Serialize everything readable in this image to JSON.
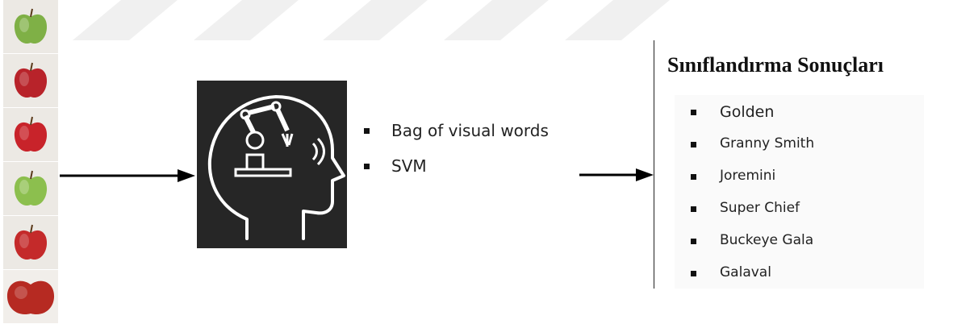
{
  "inputs": {
    "apples": [
      {
        "variety": "green",
        "color": "#7fb046"
      },
      {
        "variety": "red",
        "color": "#b8232a"
      },
      {
        "variety": "red",
        "color": "#c8232a"
      },
      {
        "variety": "green",
        "color": "#8cbf4e"
      },
      {
        "variety": "red",
        "color": "#c42a2a"
      },
      {
        "variety": "red-large",
        "color": "#b62a22"
      }
    ]
  },
  "model": {
    "icon": "robot-arm-head-icon",
    "methods": [
      "Bag of visual words",
      "SVM"
    ]
  },
  "results": {
    "title": "Sınıflandırma Sonuçları",
    "classes": [
      "Golden",
      "Granny Smith",
      "Joremini",
      "Super Chief",
      "Buckeye Gala",
      "Galaval"
    ]
  },
  "colors": {
    "watermark": "#eeeeee",
    "box": "#262626",
    "arrow": "#000000"
  }
}
